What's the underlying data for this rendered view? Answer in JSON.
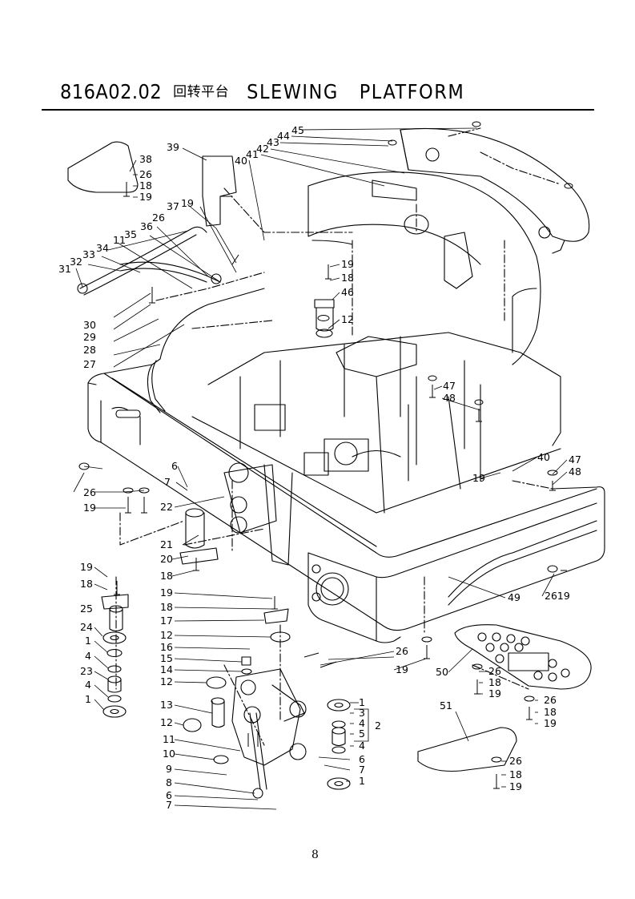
{
  "header": {
    "part_code": "816A02.02",
    "title_cn": "回转平台",
    "title_en": "SLEWING   PLATFORM"
  },
  "callouts": [
    "1",
    "2",
    "3",
    "4",
    "5",
    "6",
    "7",
    "8",
    "9",
    "10",
    "11",
    "12",
    "13",
    "14",
    "15",
    "16",
    "17",
    "18",
    "19",
    "20",
    "21",
    "22",
    "23",
    "24",
    "25",
    "26",
    "27",
    "28",
    "29",
    "30",
    "31",
    "32",
    "33",
    "34",
    "35",
    "36",
    "37",
    "38",
    "39",
    "40",
    "41",
    "42",
    "43",
    "44",
    "45",
    "46",
    "47",
    "48",
    "49",
    "50",
    "51",
    "2619"
  ],
  "page_number": "8"
}
